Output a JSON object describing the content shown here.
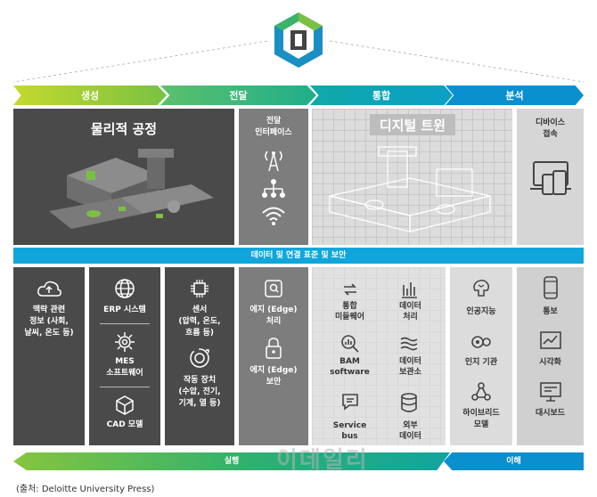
{
  "stages": [
    "생성",
    "전달",
    "통합",
    "분석"
  ],
  "physical_process": {
    "title": "물리적 공정"
  },
  "transfer_interface": {
    "title": [
      "전달",
      "인터페이스"
    ]
  },
  "digital_twin": {
    "title": "디지털 트윈"
  },
  "device_access": {
    "title": [
      "디바이스",
      "접속"
    ]
  },
  "standards_bar": "데이터 및 연결 표준 및 보안",
  "col_sensing": {
    "lines": [
      "맥락 관련",
      "정보 (사회,",
      "날씨, 온도 등)"
    ]
  },
  "col_systems": {
    "erp": "ERP 시스템",
    "mes": [
      "MES",
      "소프트웨어"
    ],
    "cad": "CAD 모델"
  },
  "col_sensor": {
    "sensor": [
      "센서",
      "(압력, 온도,",
      "흐름 등)"
    ],
    "actuator": [
      "작동 장치",
      "(수압, 전기,",
      "기계, 열 등)"
    ]
  },
  "col_edge": {
    "processing": [
      "에지 (Edge)",
      "처리"
    ],
    "security": [
      "에지 (Edge)",
      "보안"
    ]
  },
  "col_integration": {
    "middleware": [
      "통합",
      "미들웨어"
    ],
    "data_processing": [
      "데이터",
      "처리"
    ],
    "bam": [
      "BAM",
      "software"
    ],
    "data_storage": [
      "데이터",
      "보관소"
    ],
    "service_bus": [
      "Service",
      "bus"
    ],
    "external_data": [
      "외부",
      "데이터"
    ]
  },
  "col_analysis": {
    "ai": "인공지능",
    "cognition": "인지 기관",
    "hybrid": [
      "하이브리드",
      "모델"
    ]
  },
  "col_insight": {
    "notification": "통보",
    "visualization": "시각화",
    "dashboard": "대시보드"
  },
  "bottom_bars": [
    "실행",
    "이해"
  ],
  "watermark": "이데일리",
  "caption": "(출처: Deloitte University Press)",
  "colors": {
    "green": "#7ac143",
    "teal": "#00a3c4",
    "blue": "#1ea0d8",
    "dark": "#4a4a4a",
    "gray": "#7d7d7d"
  }
}
